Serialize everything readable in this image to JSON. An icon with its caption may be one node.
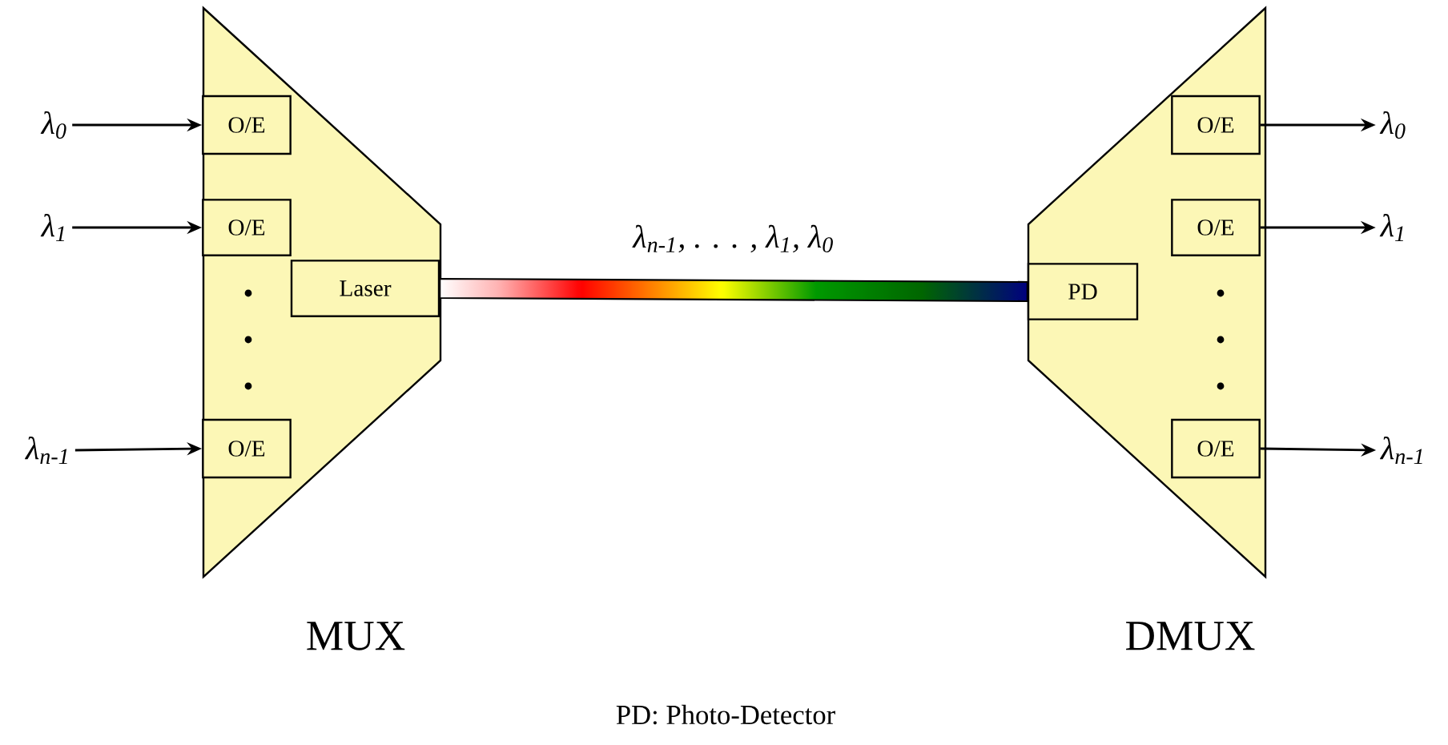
{
  "diagram": {
    "nodes": [
      {
        "text": [
          "MUX"
        ]
      },
      {
        "text": [
          "O/E"
        ],
        "in": 0
      },
      {
        "text": [
          "O/E"
        ],
        "in": 0
      },
      {
        "text": [
          "O/E"
        ],
        "in": 0
      },
      {
        "text": [
          "Laser"
        ],
        "in": 0
      },
      {
        "text": [
          "DMUX"
        ]
      },
      {
        "text": [
          "PD"
        ],
        "in": 5
      },
      {
        "text": [
          "O/E"
        ],
        "in": 5
      },
      {
        "text": [
          "O/E"
        ],
        "in": 5
      },
      {
        "text": [
          "O/E"
        ],
        "in": 5
      },
      {
        "text": [
          "λ$_{0}$"
        ]
      },
      {
        "text": [
          "λ$_{1}$"
        ]
      },
      {
        "text": [
          "λ$_{n-1}$"
        ]
      },
      {
        "text": [
          "λ$_{0}$"
        ]
      },
      {
        "text": [
          "λ$_{1}$"
        ]
      },
      {
        "text": [
          "λ$_{n-1}$"
        ]
      }
    ],
    "edges": [
      {
        "from": 10,
        "to": 1,
        "arrow": "to"
      },
      {
        "from": 11,
        "to": 2,
        "arrow": "to"
      },
      {
        "from": 12,
        "to": 3,
        "arrow": "to"
      },
      {
        "from": 4,
        "to": 6,
        "arrow": "none",
        "label": "λ$_{n-1}$, . . . , λ$_{1}$, λ$_{0}$",
        "style": "thick"
      },
      {
        "from": 7,
        "to": 13,
        "arrow": "to"
      },
      {
        "from": 8,
        "to": 14,
        "arrow": "to"
      },
      {
        "from": 9,
        "to": 15,
        "arrow": "to"
      }
    ],
    "labels": [
      "PD: Photo-Detector"
    ]
  }
}
